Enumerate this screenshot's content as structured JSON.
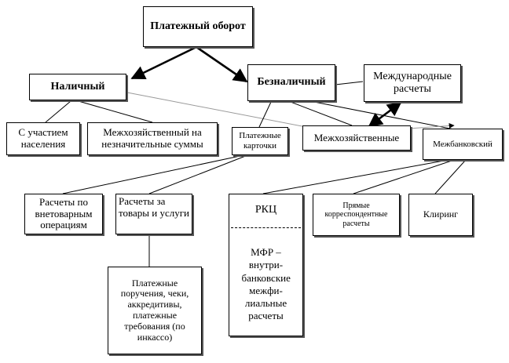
{
  "nodes": {
    "payment_turnover": "Платежный оборот",
    "cash": "Наличный",
    "noncash": "Безналичный",
    "international": "Международные расчеты",
    "with_population": "С участием населения",
    "interfarm_small": "Межхозяйственный на незначительные суммы",
    "payment_cards": "Платежные карточки",
    "interfarm": "Межхозяйственные",
    "interbank": "Межбанковский",
    "noncommodity": "Расчеты по внетоварным операциям",
    "goods_services": "Расчеты за товары и услуги",
    "rkc": "РКЦ",
    "mfr": "МФР – внутри-банковские межфи-лиальные расчеты",
    "direct_corr": "Прямые корреспондентные расчеты",
    "clearing": "Клиринг",
    "instruments": "Платежные поручения, чеки, аккредитивы, платежные требования (по инкассо)"
  },
  "colors": {
    "line": "#000000",
    "faint_line": "#9a9a9a",
    "box_shadow": "#555555"
  }
}
